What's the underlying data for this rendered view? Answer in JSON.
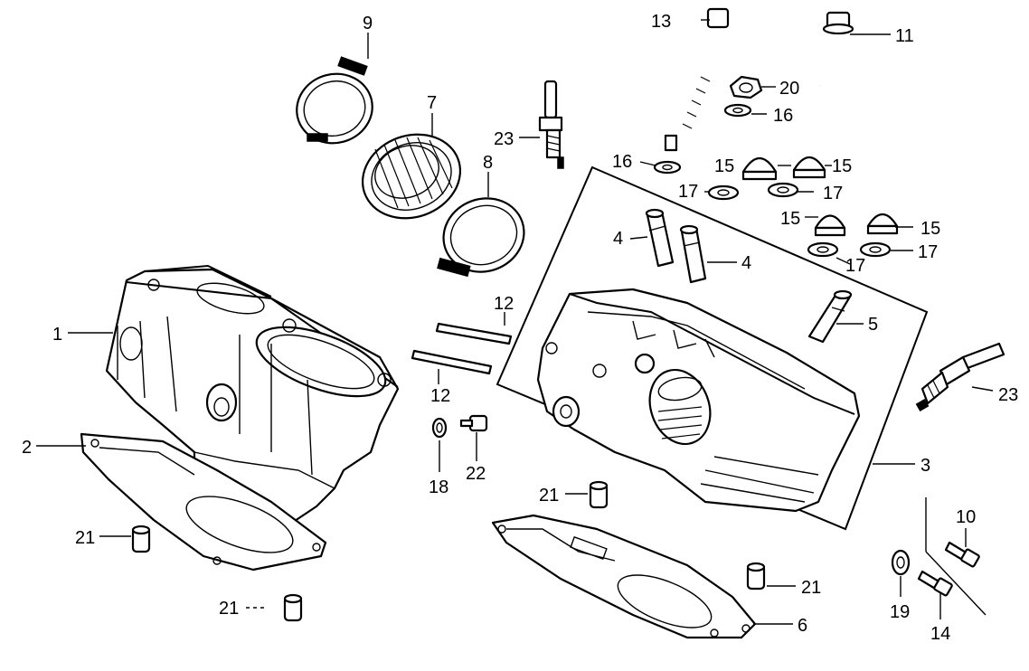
{
  "callouts": {
    "c1": "1",
    "c2": "2",
    "c3": "3",
    "c4a": "4",
    "c4b": "4",
    "c5": "5",
    "c6": "6",
    "c7": "7",
    "c8": "8",
    "c9": "9",
    "c10": "10",
    "c11": "11",
    "c12a": "12",
    "c12b": "12",
    "c13": "13",
    "c14": "14",
    "c15a": "15",
    "c15b": "15",
    "c15c": "15",
    "c15d": "15",
    "c16a": "16",
    "c16b": "16",
    "c17a": "17",
    "c17b": "17",
    "c17c": "17",
    "c17d": "17",
    "c18": "18",
    "c19": "19",
    "c20": "20",
    "c21a": "21",
    "c21b": "21",
    "c21c": "21",
    "c21d": "21",
    "c22": "22",
    "c23a": "23",
    "c23b": "23"
  }
}
